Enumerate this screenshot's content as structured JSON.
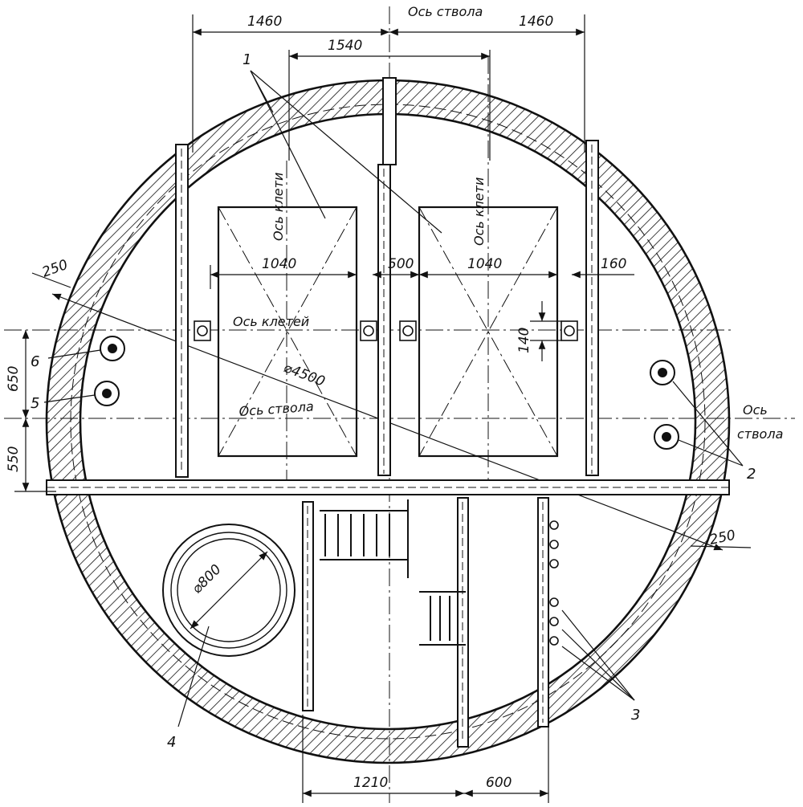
{
  "dimensions": {
    "d_1460_left": "1460",
    "d_1460_right": "1460",
    "d_1540": "1540",
    "d_1040_left": "1040",
    "d_1040_right": "1040",
    "d_500": "500",
    "d_160": "160",
    "d_140": "140",
    "d_650": "650",
    "d_550": "550",
    "d_250_left": "250",
    "d_250_right": "250",
    "d_4500": "⌀4500",
    "d_800": "⌀800",
    "d_1210": "1210",
    "d_600": "600"
  },
  "labels": {
    "shaft_axis_top": "Ось ствола",
    "shaft_axis_center": "Ось ствола",
    "shaft_axis_right_1": "Ось",
    "shaft_axis_right_2": "ствола",
    "cages_axis": "Ось клетей",
    "cage_axis_left": "Ось клети",
    "cage_axis_right": "Ось клети"
  },
  "callouts": {
    "c1": "1",
    "c2": "2",
    "c3": "3",
    "c4": "4",
    "c5": "5",
    "c6": "6"
  }
}
